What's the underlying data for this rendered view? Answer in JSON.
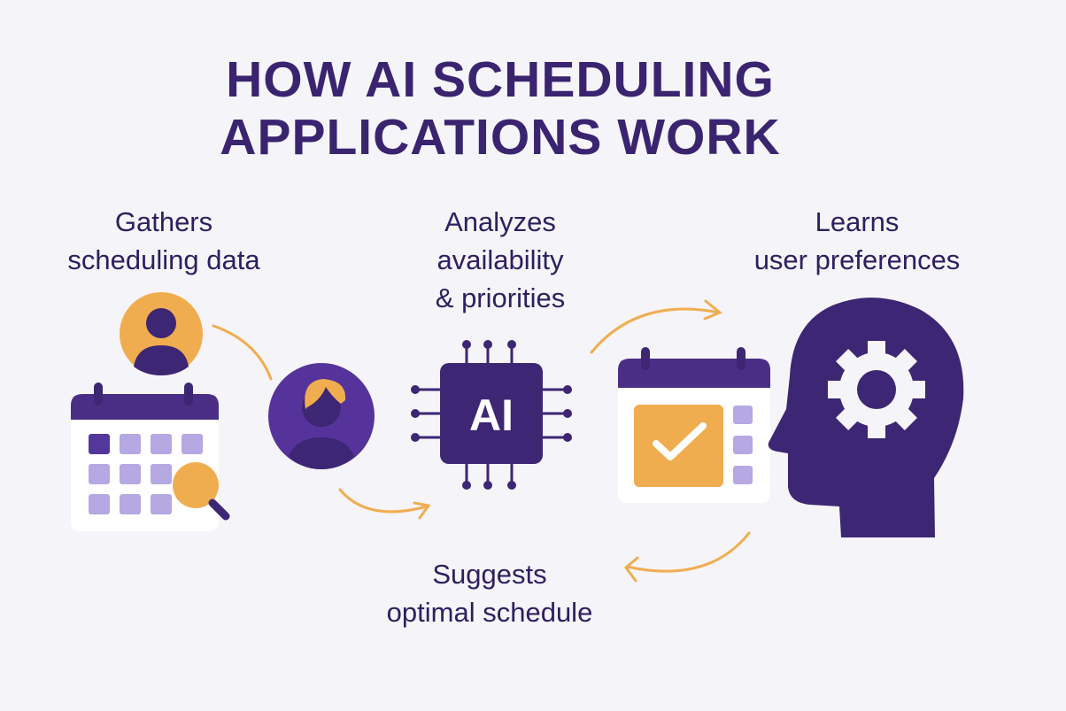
{
  "title": {
    "line1": "HOW AI SCHEDULING",
    "line2": "APPLICATIONS WORK"
  },
  "steps": [
    {
      "lines": [
        "Gathers",
        "scheduling data"
      ],
      "icon": "calendar-search-icon"
    },
    {
      "lines": [
        "Analyzes",
        "availability",
        "& priorities"
      ],
      "icon": "ai-chip-icon"
    },
    {
      "lines": [
        "Learns",
        "user preferences"
      ],
      "icon": "head-gear-icon"
    },
    {
      "lines": [
        "Suggests",
        "optimal schedule"
      ],
      "icon": "calendar-check-icon"
    }
  ],
  "chip_label": "AI",
  "colors": {
    "background": "#f5f4f8",
    "purple": "#3d2673",
    "purple_mid": "#4f2f8f",
    "orange": "#f0ad50",
    "lavender": "#b6a8e2"
  }
}
